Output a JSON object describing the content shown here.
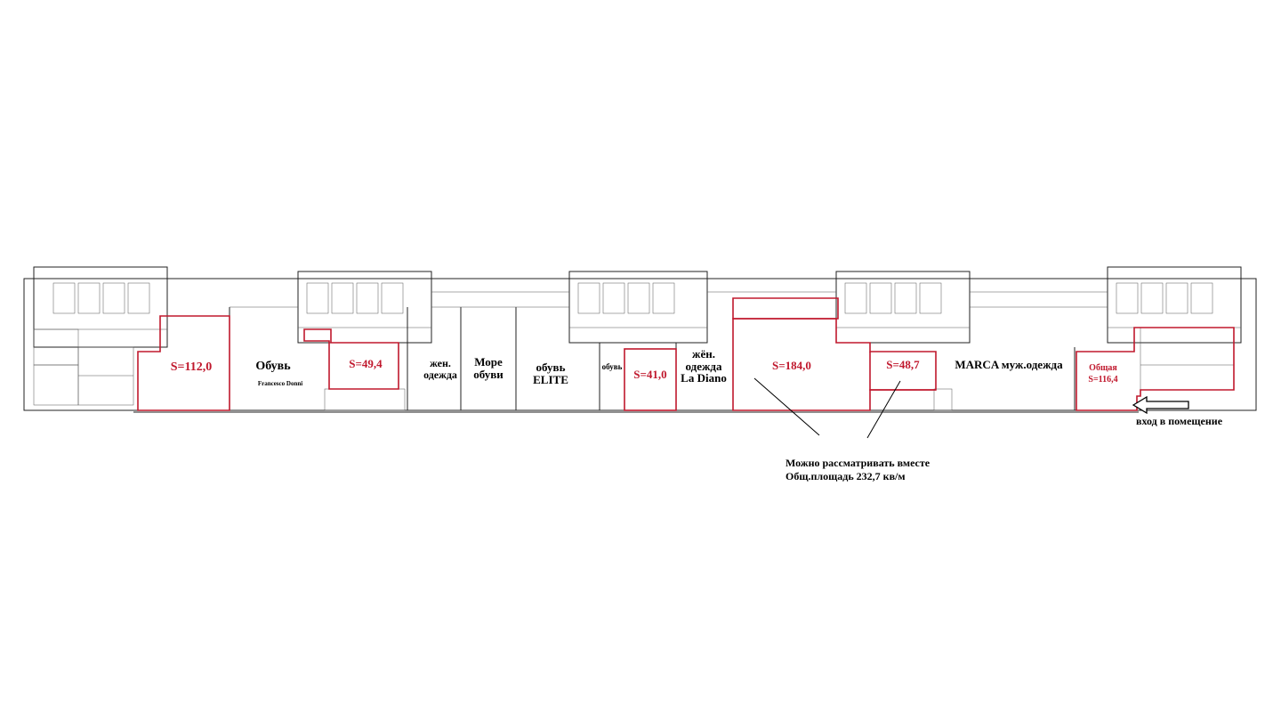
{
  "areas": {
    "a1": "S=112,0",
    "a2": "S=49,4",
    "a3": "S=41,0",
    "a4": "S=184,0",
    "a5": "S=48,7",
    "a6_title": "Общая",
    "a6_value": "S=116,4"
  },
  "tenants": {
    "shoes_1": "Обувь",
    "shoes_1_brand": "Francesco Donni",
    "women_1_line1": "жен.",
    "women_1_line2": "одежда",
    "more_line1": "Море",
    "more_line2": "обуви",
    "elite_line1": "обувь",
    "elite_line2": "ELITE",
    "shoes_small": "обувь",
    "ladiano_line1": "жён.",
    "ladiano_line2": "одежда",
    "ladiano_line3": "La Diano",
    "marca": "MARCA муж.одежда"
  },
  "notes": {
    "entrance": "вход в помещение",
    "combine_line1": "Можно рассматривать вместе",
    "combine_line2": "Общ.площадь 232,7 кв/м"
  },
  "colors": {
    "highlight": "#c0182d",
    "walls": "#222222"
  }
}
